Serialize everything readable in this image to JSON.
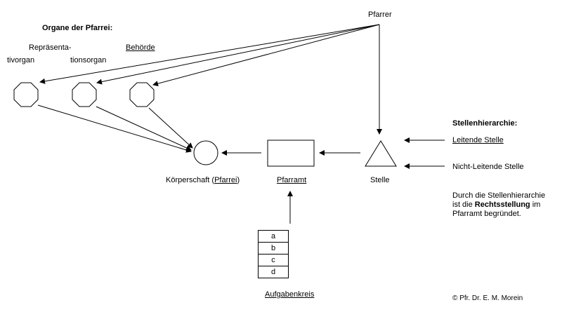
{
  "labels": {
    "organe_title": "Organe der Pfarrei:",
    "repraesentativorgan_line1": "Repräsenta-",
    "repraesentativorgan_line2": "tivorgan",
    "tionsorgan": "tionsorgan",
    "behoerde": "Behörde",
    "pfarrer": "Pfarrer",
    "koerperschaft_prefix": "Körperschaft (",
    "koerperschaft_link": "Pfarrei",
    "koerperschaft_suffix": ")",
    "pfarramt": "Pfarramt",
    "stelle": "Stelle",
    "aufgabenkreis": "Aufgabenkreis",
    "stellenhierarchie_title": "Stellenhierarchie:",
    "leitende_stelle": "Leitende Stelle",
    "nicht_leitende_stelle": "Nicht-Leitende Stelle",
    "note_line1": "Durch die Stellenhierarchie",
    "note_line2_a": "ist die ",
    "note_line2_bold": "Rechtsstellung",
    "note_line2_b": " im",
    "note_line3": "Pfarramt begründet.",
    "copyright": "© Pfr. Dr. E. M. Morein"
  },
  "aufgaben": [
    "a",
    "b",
    "c",
    "d"
  ],
  "colors": {
    "stroke": "#000000",
    "background": "#ffffff"
  }
}
